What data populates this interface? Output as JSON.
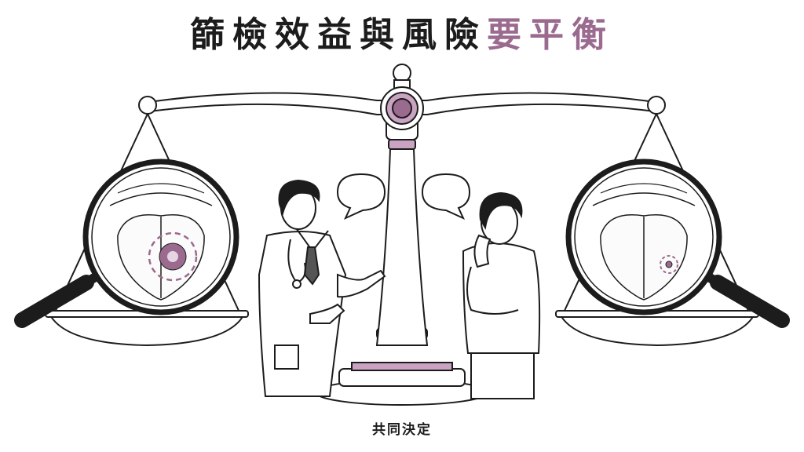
{
  "title": {
    "main": "篩檢效益與風險",
    "accent": "要平衡"
  },
  "caption": "共同決定",
  "icons": {
    "left_lens": "magnifier-icon",
    "right_lens": "magnifier-icon",
    "doctor": "doctor-figure",
    "patient": "patient-figure",
    "bubbles": "speech-bubble-icon"
  },
  "colors": {
    "accent": "#9a6a8f",
    "accent_light": "#c9a3c1",
    "line": "#1c1c1c"
  }
}
